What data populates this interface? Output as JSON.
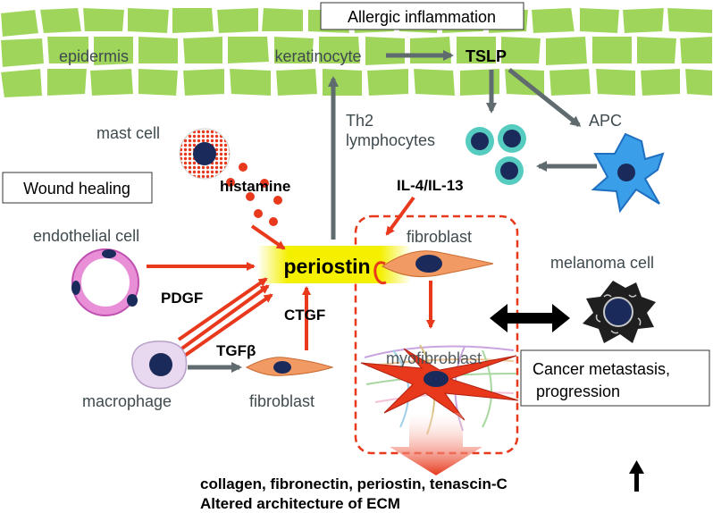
{
  "labels": {
    "allergic_inflammation": "Allergic inflammation",
    "epidermis": "epidermis",
    "keratinocyte": "keratinocyte",
    "tslp": "TSLP",
    "mast_cell": "mast cell",
    "th2_line1": "Th2",
    "th2_line2": "lymphocytes",
    "apc": "APC",
    "histamine": "histamine",
    "wound_healing": "Wound healing",
    "il4_il13": "IL-4/IL-13",
    "endothelial_cell": "endothelial cell",
    "fibroblast_top": "fibroblast",
    "periostin": "periostin",
    "melanoma_cell": "melanoma cell",
    "pdgf": "PDGF",
    "ctgf": "CTGF",
    "tgfb": "TGFβ",
    "myofibroblast": "myofibroblast",
    "cancer_line1": "Cancer metastasis,",
    "cancer_line2": "progression",
    "macrophage": "macrophage",
    "fibroblast_bottom": "fibroblast",
    "ecm_line1": "collagen, fibronectin, periostin, tenascin-C",
    "ecm_line2": "Altered architecture of ECM"
  },
  "colors": {
    "skin": "#9ed55a",
    "red_arrow": "#e8391d",
    "gray_arrow": "#5f6b6e",
    "highlight": "#f4f000",
    "fibroblast": "#f29a63",
    "cell_nucleus": "#1a2a5a"
  }
}
